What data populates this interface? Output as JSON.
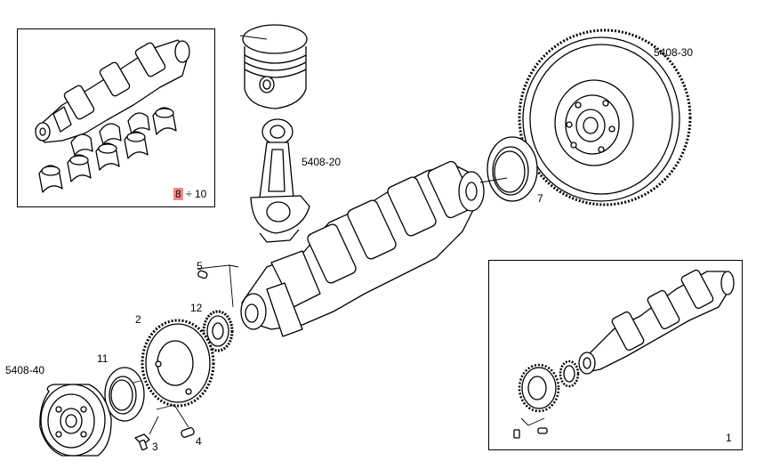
{
  "labels": {
    "flywheel": "5408-30",
    "connecting_rod": "5408-20",
    "pulley": "5408-40",
    "seal_rear": "7",
    "pin_5": "5",
    "gear_12": "12",
    "gear_2": "2",
    "seal_11": "11",
    "bolt_3": "3",
    "pin_4": "4",
    "inset_right": "1",
    "inset_left_highlight": "8",
    "inset_left_rest": "÷ 10"
  },
  "colors": {
    "line": "#000000",
    "highlight": "#f48b8b",
    "background": "#ffffff"
  }
}
